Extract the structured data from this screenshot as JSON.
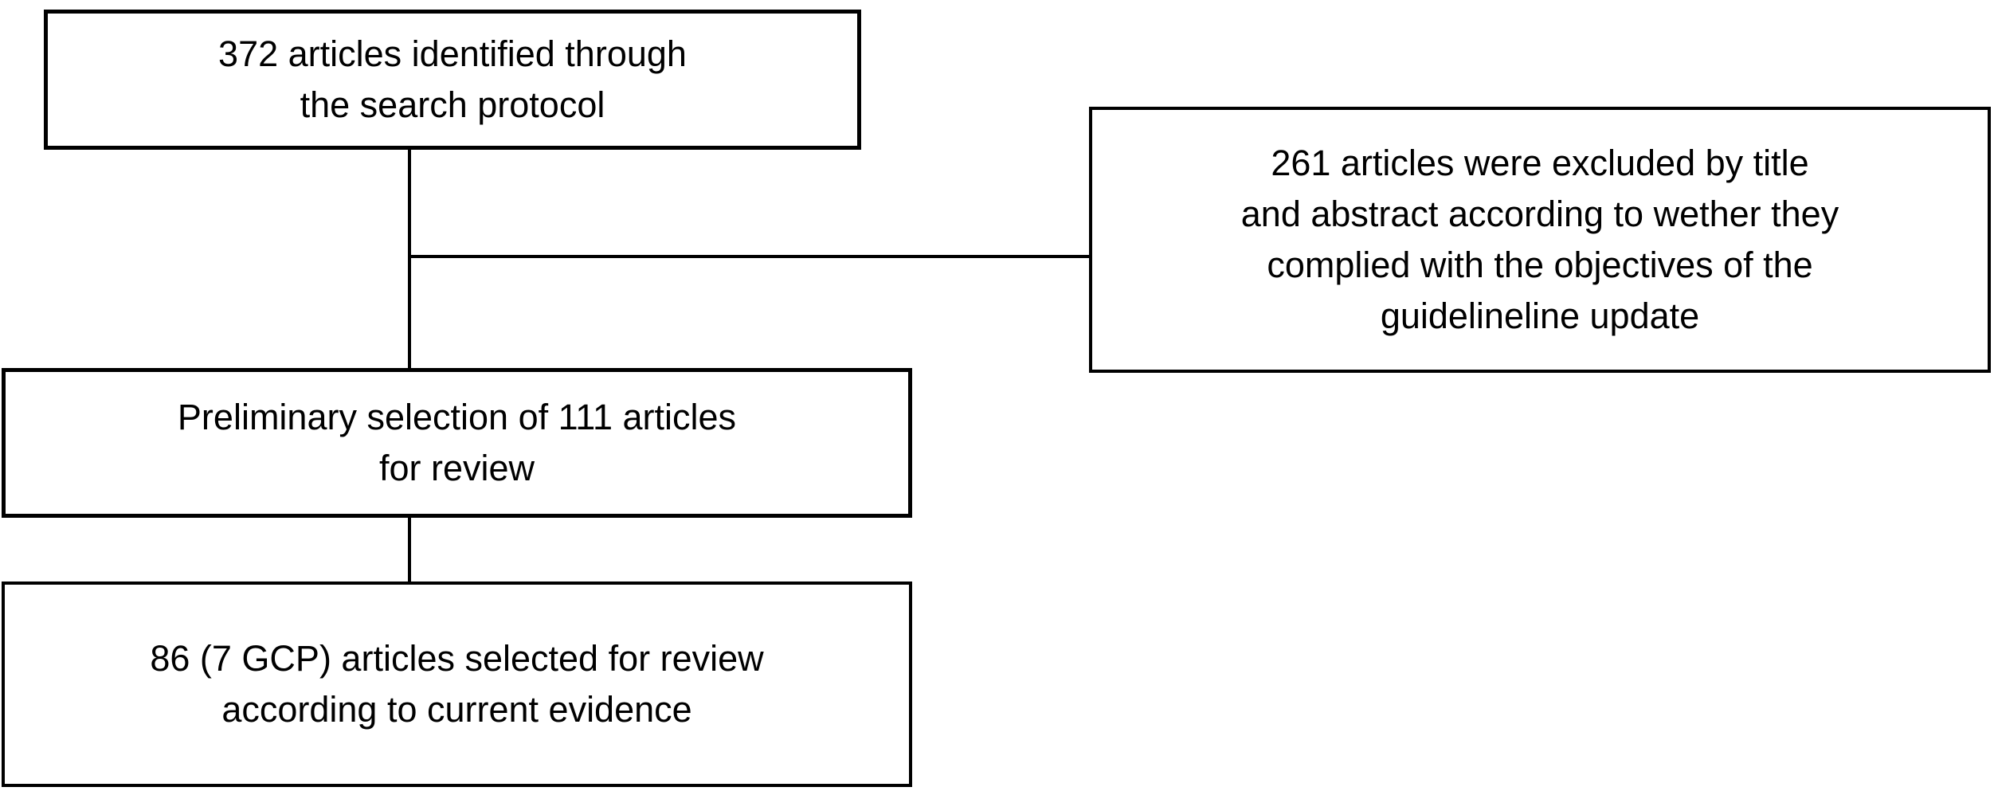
{
  "diagram": {
    "type": "flowchart",
    "background_color": "#ffffff",
    "box_border_color": "#000000",
    "connector_color": "#000000",
    "text_color": "#000000",
    "boxes": [
      {
        "id": "identified",
        "text": "372 articles identified through\nthe search protocol"
      },
      {
        "id": "excluded",
        "text": "261 articles were excluded by title\nand abstract according to wether they\ncomplied with the objectives of the\nguidelineline update"
      },
      {
        "id": "preliminary",
        "text": "Preliminary selection of 111 articles\nfor review"
      },
      {
        "id": "selected",
        "text": "86 (7 GCP) articles selected for review\naccording to current evidence"
      }
    ]
  }
}
